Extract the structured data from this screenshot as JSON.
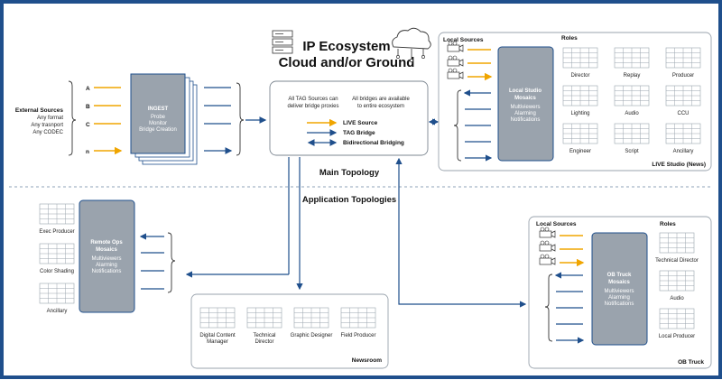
{
  "header": {
    "title_line1": "IP Ecosystem",
    "title_line2": "Cloud and/or Ground"
  },
  "external_sources": {
    "title": "External Sources",
    "lines": [
      "Any format",
      "Any trasnport",
      "Any CODEC"
    ]
  },
  "ingest_inputs": [
    "A",
    "B",
    "C",
    "n"
  ],
  "ingest": {
    "title": "INGEST",
    "functions": [
      "Probe",
      "Monitor",
      "Bridge Creation"
    ]
  },
  "ecosystem": {
    "note_left": [
      "All TAG Sources can",
      "deliver bridge proxies"
    ],
    "note_right": [
      "All bridges are available",
      "to entire ecosystem"
    ]
  },
  "legend": [
    "LIVE Source",
    "TAG Bridge",
    "Bidirectional Bridging"
  ],
  "sections": {
    "main": "Main Topology",
    "applications": "Application Topologies"
  },
  "live_studio": {
    "local_sources": "Local Sources",
    "roles_label": "Roles",
    "block": [
      "Local Studio",
      "Mosaics",
      "Multiviewers",
      "Alarming",
      "Notifications"
    ],
    "roles": [
      "Director",
      "Replay",
      "Producer",
      "Lighting",
      "Audio",
      "CCU",
      "Engineer",
      "Script",
      "Ancillary"
    ],
    "caption": "LIVE Studio (News)"
  },
  "remote_ops": {
    "block": [
      "Remote Ops",
      "Mosaics",
      "Multiviewers",
      "Alarming",
      "Notifications"
    ],
    "roles": [
      "Exec Producer",
      "Color Shading",
      "Ancillary"
    ]
  },
  "newsroom": {
    "roles": [
      "Digital Content Manager",
      "Technical Director",
      "Graphic Designer",
      "Field Producer"
    ],
    "caption": "Newsroom"
  },
  "ob_truck": {
    "local_sources": "Local Sources",
    "roles_label": "Roles",
    "block": [
      "OB Truck",
      "Mosaics",
      "Multiviewers",
      "Alarming",
      "Notifications"
    ],
    "roles": [
      "Technical Director",
      "Audio",
      "Local Producer"
    ],
    "caption": "OB Truck"
  },
  "colors": {
    "frame": "#1f4f8c",
    "live_source": "#f0a500",
    "tag_bridge": "#1f4f8c",
    "block_fill": "#9aa3ad"
  },
  "icons": [
    "server-icon",
    "cloud-icon",
    "camera-icon",
    "multiviewer-icon"
  ]
}
